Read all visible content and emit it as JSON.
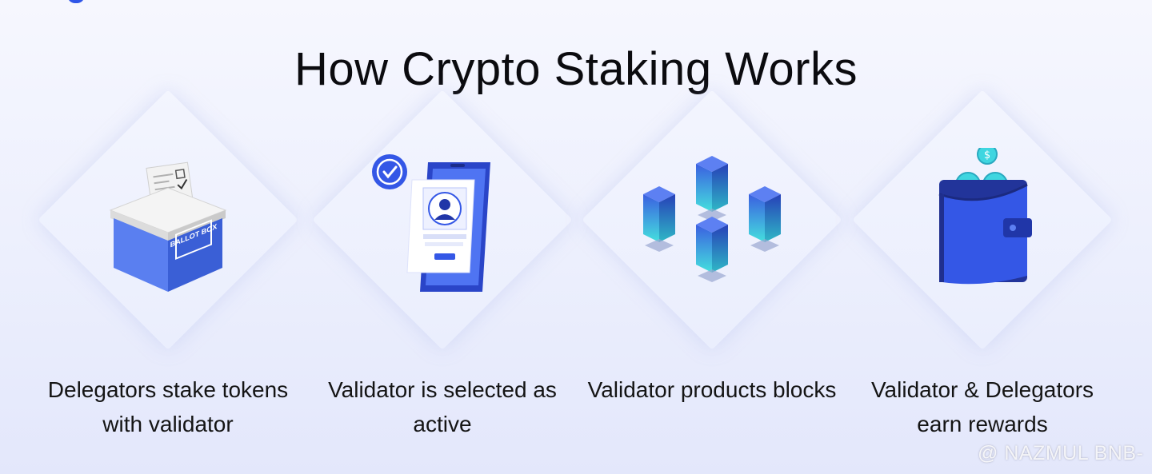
{
  "title": "How Crypto Staking Works",
  "steps": [
    {
      "label": "Delegators stake tokens with validator",
      "icon": "ballot-box-icon"
    },
    {
      "label": "Validator is selected as active",
      "icon": "validator-phone-icon"
    },
    {
      "label": "Validator products blocks",
      "icon": "blocks-icon"
    },
    {
      "label": "Validator & Delegators earn rewards",
      "icon": "wallet-coins-icon"
    }
  ],
  "ballot_text": "BALLOT BOX",
  "watermark": "@ NAZMUL BNB-",
  "colors": {
    "accent_blue": "#3457e6",
    "dark_blue": "#2036a8",
    "teal": "#3fd6e0",
    "background": "#eef0fd"
  }
}
